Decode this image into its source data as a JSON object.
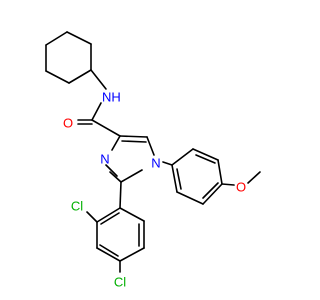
{
  "molecule": {
    "bond_color": "#000000",
    "atoms": {
      "amide_nh": {
        "label": "NH",
        "element": "N",
        "color": "#0000ff"
      },
      "carbonyl_o": {
        "label": "O",
        "element": "O",
        "color": "#ff0000"
      },
      "imidazole_n3": {
        "label": "N",
        "element": "N",
        "color": "#0000ff"
      },
      "imidazole_n1": {
        "label": "N",
        "element": "N",
        "color": "#0000ff"
      },
      "methoxy_o": {
        "label": "O",
        "element": "O",
        "color": "#ff0000"
      },
      "chlorine_ortho": {
        "label": "Cl",
        "element": "Cl",
        "color": "#00b000"
      },
      "chlorine_para": {
        "label": "Cl",
        "element": "Cl",
        "color": "#00b000"
      }
    }
  }
}
